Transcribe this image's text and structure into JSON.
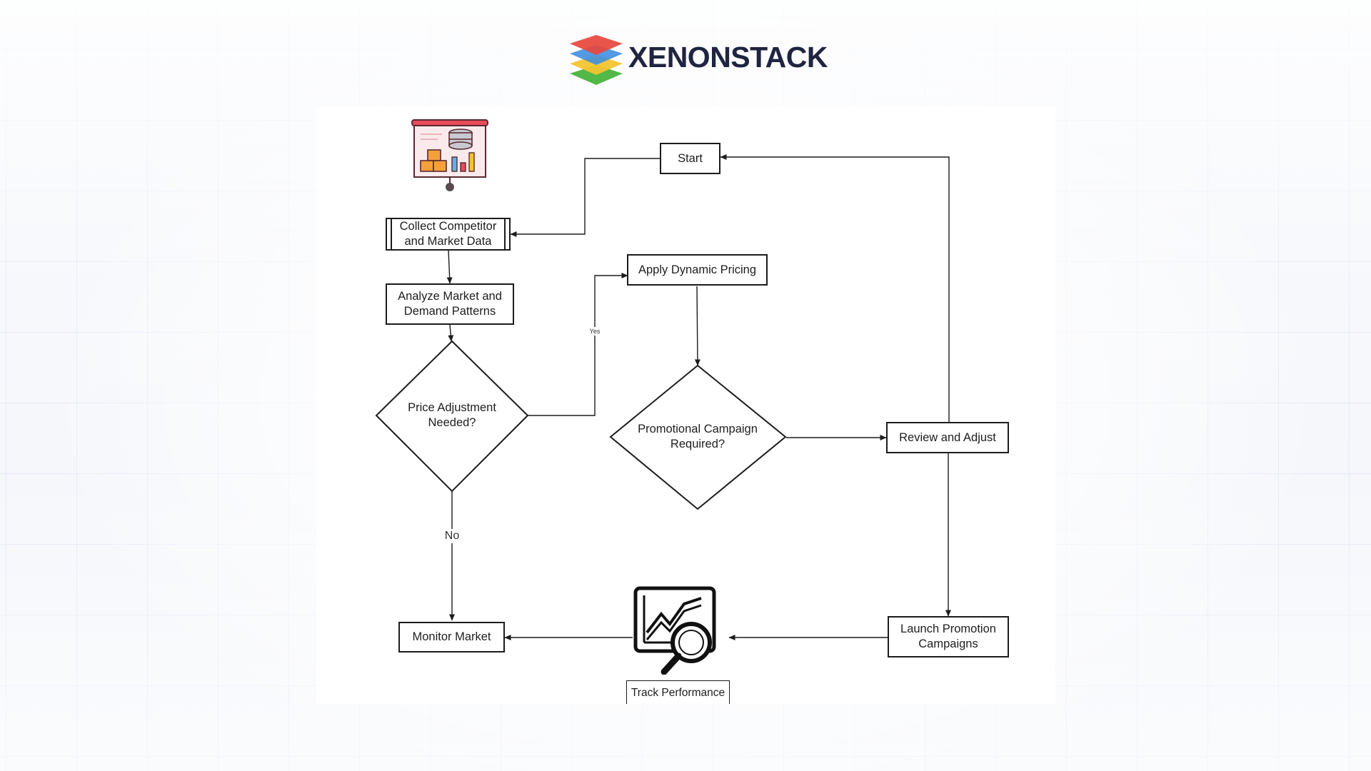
{
  "brand": {
    "name": "XENONSTACK"
  },
  "flowchart": {
    "nodes": {
      "start": "Start",
      "collect": "Collect Competitor and Market Data",
      "analyze": "Analyze Market and Demand Patterns",
      "price_decision": "Price Adjustment Needed?",
      "apply_pricing": "Apply Dynamic Pricing",
      "promo_decision": "Promotional Campaign Required?",
      "review": "Review and Adjust",
      "monitor": "Monitor Market",
      "launch": "Launch Promotion Campaigns",
      "track": "Track Performance"
    },
    "edge_labels": {
      "yes": "Yes",
      "no": "No"
    },
    "icons": [
      "analytics-dashboard-icon",
      "performance-analytics-icon"
    ]
  },
  "colors": {
    "logo_layers": [
      "#e8463c",
      "#3f8fe0",
      "#f4c430",
      "#52b847"
    ],
    "stroke": "#1c1c1c",
    "dashboard_red": "#e84b5a",
    "dashboard_orange": "#f5a03a",
    "dashboard_blue": "#5db3e6"
  }
}
